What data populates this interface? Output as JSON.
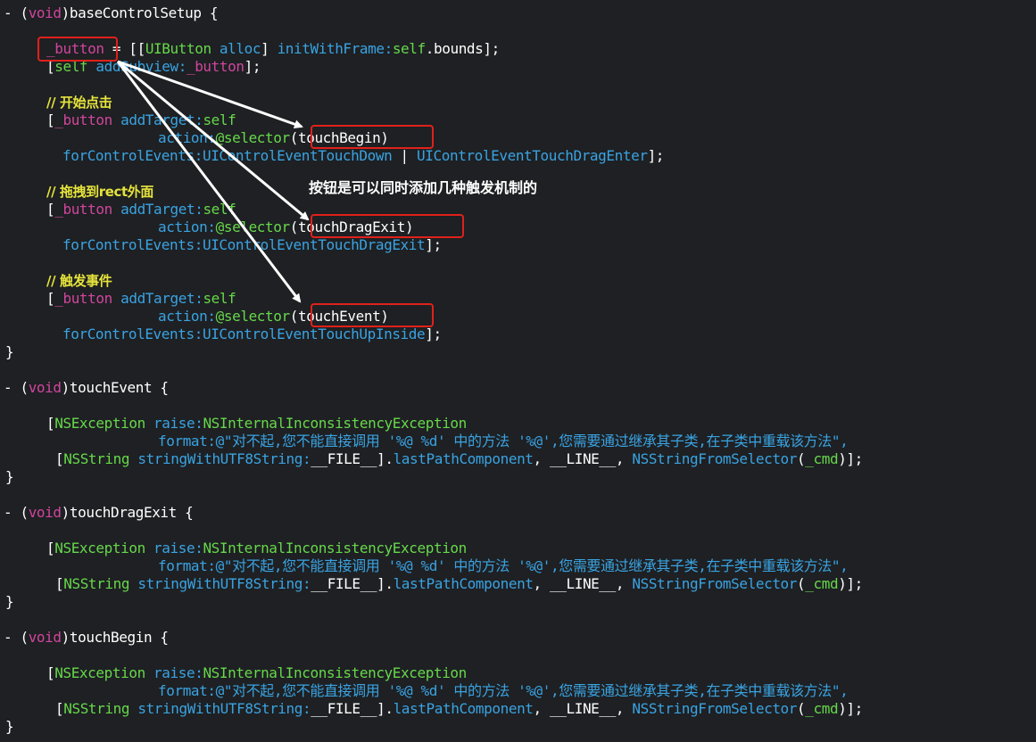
{
  "code": {
    "l1": {
      "a": "- (",
      "b": "void",
      "c": ")baseControlSetup {"
    },
    "l2": {
      "a": "_button",
      "b": " = [[",
      "c": "UIButton",
      "d": " ",
      "e": "alloc",
      "f": "] ",
      "g": "initWithFrame:",
      "h": "self",
      "i": ".bounds];"
    },
    "l3": {
      "a": "[",
      "b": "self",
      "c": " ",
      "d": "addSubview:",
      "e": "_button",
      "f": "];"
    },
    "l4": {
      "a": "// 开始点击"
    },
    "l5": {
      "a": "[",
      "b": "_button",
      "c": " ",
      "d": "addTarget:",
      "e": "self"
    },
    "l6": {
      "a": "action:",
      "b": "@selector",
      "c": "(touchBegin)"
    },
    "l7": {
      "a": "forControlEvents:",
      "b": "UIControlEventTouchDown",
      "c": " | ",
      "d": "UIControlEventTouchDragEnter",
      "e": "];"
    },
    "l8": {
      "a": "// 拖拽到rect外面"
    },
    "l9": {
      "a": "[",
      "b": "_button",
      "c": " ",
      "d": "addTarget:",
      "e": "self"
    },
    "l10": {
      "a": "action:",
      "b": "@selector",
      "c": "(touchDragExit)"
    },
    "l11": {
      "a": "forControlEvents:",
      "b": "UIControlEventTouchDragExit",
      "c": "];"
    },
    "l12": {
      "a": "// 触发事件"
    },
    "l13": {
      "a": "[",
      "b": "_button",
      "c": " ",
      "d": "addTarget:",
      "e": "self"
    },
    "l14": {
      "a": "action:",
      "b": "@selector",
      "c": "(touchEvent)"
    },
    "l15": {
      "a": "forControlEvents:",
      "b": "UIControlEventTouchUpInside",
      "c": "];"
    },
    "close": "}",
    "m1": {
      "a": "- (",
      "b": "void",
      "c": ")touchEvent {"
    },
    "m2": {
      "a": "- (",
      "b": "void",
      "c": ")touchDragExit {"
    },
    "m3": {
      "a": "- (",
      "b": "void",
      "c": ")touchBegin {"
    },
    "e1": {
      "a": "[",
      "b": "NSException",
      "c": " ",
      "d": "raise:",
      "e": "NSInternalInconsistencyException"
    },
    "e2": {
      "a": "format:",
      "b": "@\"对不起,您不能直接调用 '%@ %d' 中的方法 '%@',您需要通过继承其子类,在子类中重载该方法\","
    },
    "e3": {
      "a": "[",
      "b": "NSString",
      "c": " ",
      "d": "stringWithUTF8String:",
      "e": "__FILE__",
      "f": "].",
      "g": "lastPathComponent",
      "h": ", ",
      "i": "__LINE__",
      "j": ", ",
      "k": "NSStringFromSelector",
      "l": "(",
      "m": "_cmd",
      "n": ")];"
    }
  },
  "annotation": "按钮是可以同时添加几种触发机制的",
  "colors": {
    "background": "#1e2023",
    "keyword_pink": "#d1459c",
    "method_blue": "#3aa3e2",
    "self_green": "#67d84a",
    "comment_yellow": "#e5e33b",
    "highlight_red": "#e0211b",
    "arrow_white": "#ffffff"
  }
}
